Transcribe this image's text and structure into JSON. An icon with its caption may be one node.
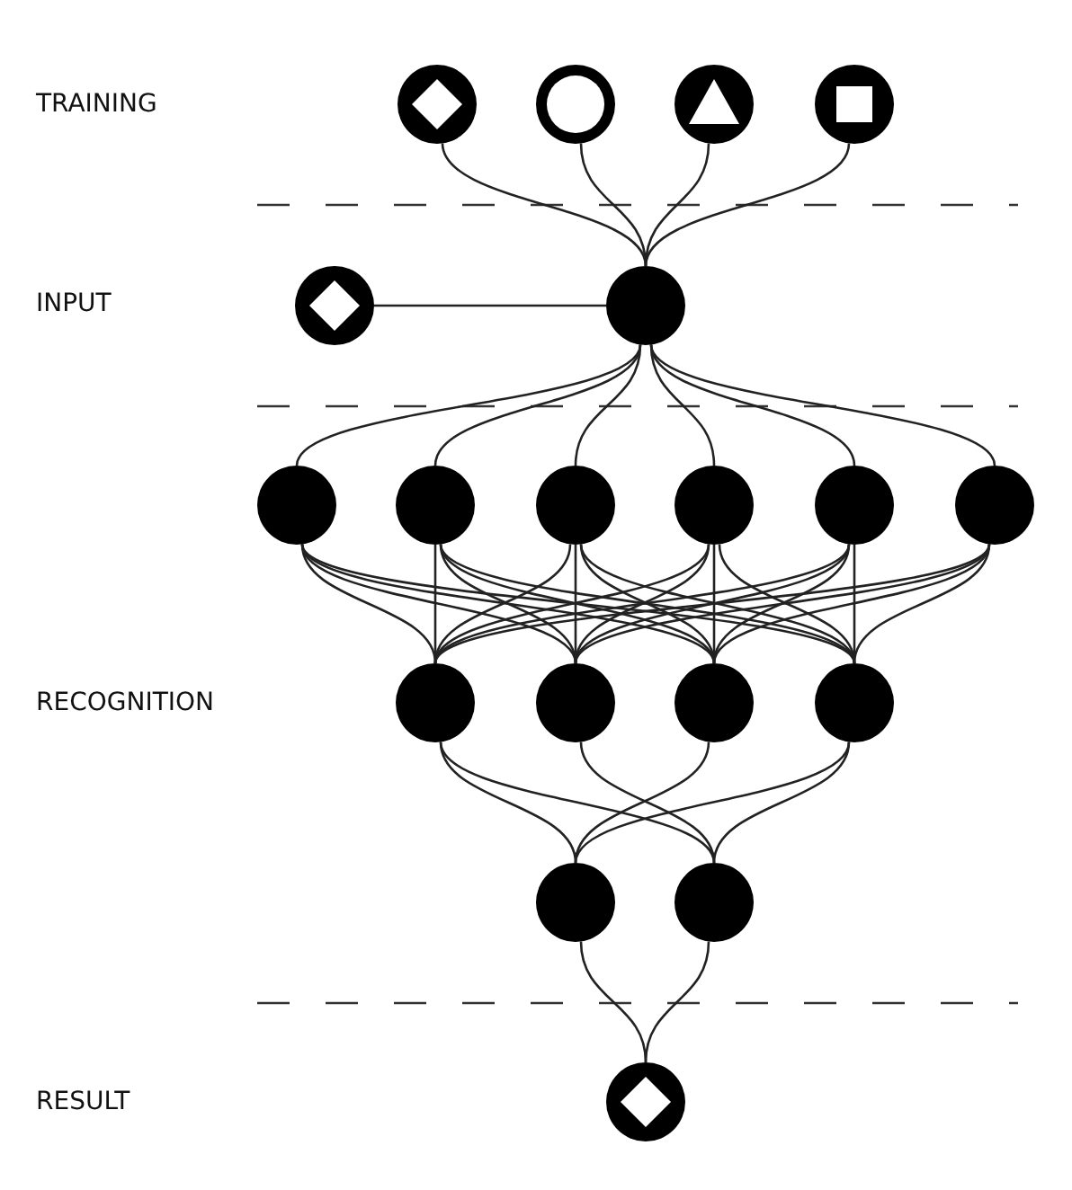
{
  "diagram": {
    "nodes": [
      {
        "text": [],
        "shape": "circle"
      },
      {
        "text": [],
        "shape": "diamond",
        "in": 0
      },
      {
        "text": [],
        "shape": "circle"
      },
      {
        "text": [],
        "shape": "circle",
        "in": 2
      },
      {
        "text": [],
        "shape": "circle"
      },
      {
        "text": [],
        "shape": "triangle",
        "in": 4
      },
      {
        "text": [],
        "shape": "circle"
      },
      {
        "text": [],
        "shape": "box",
        "in": 6
      },
      {
        "text": [],
        "shape": "circle"
      },
      {
        "text": [],
        "shape": "diamond",
        "in": 8
      },
      {
        "text": [],
        "shape": "circle"
      },
      {
        "text": [],
        "shape": "circle"
      },
      {
        "text": [],
        "shape": "circle"
      },
      {
        "text": [],
        "shape": "circle"
      },
      {
        "text": [],
        "shape": "circle"
      },
      {
        "text": [],
        "shape": "circle"
      },
      {
        "text": [],
        "shape": "circle"
      },
      {
        "text": [],
        "shape": "circle"
      },
      {
        "text": [],
        "shape": "circle"
      },
      {
        "text": [],
        "shape": "circle"
      },
      {
        "text": [],
        "shape": "circle"
      },
      {
        "text": [],
        "shape": "circle"
      },
      {
        "text": [],
        "shape": "circle"
      },
      {
        "text": [],
        "shape": "circle"
      },
      {
        "text": [],
        "shape": "diamond",
        "in": 23
      }
    ],
    "edges": [
      {
        "from": 0,
        "to": 10,
        "arrow": "none"
      },
      {
        "from": 2,
        "to": 10,
        "arrow": "none"
      },
      {
        "from": 4,
        "to": 10,
        "arrow": "none"
      },
      {
        "from": 6,
        "to": 10,
        "arrow": "none"
      },
      {
        "from": 8,
        "to": 10,
        "arrow": "none"
      },
      {
        "from": 10,
        "to": 11,
        "arrow": "none"
      },
      {
        "from": 10,
        "to": 12,
        "arrow": "none"
      },
      {
        "from": 10,
        "to": 13,
        "arrow": "none"
      },
      {
        "from": 10,
        "to": 14,
        "arrow": "none"
      },
      {
        "from": 10,
        "to": 15,
        "arrow": "none"
      },
      {
        "from": 10,
        "to": 16,
        "arrow": "none"
      },
      {
        "from": 11,
        "to": 17,
        "arrow": "none"
      },
      {
        "from": 11,
        "to": 18,
        "arrow": "none"
      },
      {
        "from": 11,
        "to": 19,
        "arrow": "none"
      },
      {
        "from": 11,
        "to": 20,
        "arrow": "none"
      },
      {
        "from": 12,
        "to": 17,
        "arrow": "none"
      },
      {
        "from": 12,
        "to": 18,
        "arrow": "none"
      },
      {
        "from": 12,
        "to": 19,
        "arrow": "none"
      },
      {
        "from": 12,
        "to": 20,
        "arrow": "none"
      },
      {
        "from": 13,
        "to": 17,
        "arrow": "none"
      },
      {
        "from": 13,
        "to": 18,
        "arrow": "none"
      },
      {
        "from": 13,
        "to": 19,
        "arrow": "none"
      },
      {
        "from": 13,
        "to": 20,
        "arrow": "none"
      },
      {
        "from": 14,
        "to": 17,
        "arrow": "none"
      },
      {
        "from": 14,
        "to": 18,
        "arrow": "none"
      },
      {
        "from": 14,
        "to": 19,
        "arrow": "none"
      },
      {
        "from": 14,
        "to": 20,
        "arrow": "none"
      },
      {
        "from": 15,
        "to": 17,
        "arrow": "none"
      },
      {
        "from": 15,
        "to": 18,
        "arrow": "none"
      },
      {
        "from": 15,
        "to": 19,
        "arrow": "none"
      },
      {
        "from": 15,
        "to": 20,
        "arrow": "none"
      },
      {
        "from": 16,
        "to": 17,
        "arrow": "none"
      },
      {
        "from": 16,
        "to": 18,
        "arrow": "none"
      },
      {
        "from": 16,
        "to": 19,
        "arrow": "none"
      },
      {
        "from": 16,
        "to": 20,
        "arrow": "none"
      },
      {
        "from": 17,
        "to": 21,
        "arrow": "none"
      },
      {
        "from": 17,
        "to": 22,
        "arrow": "none"
      },
      {
        "from": 18,
        "to": 22,
        "arrow": "none"
      },
      {
        "from": 19,
        "to": 21,
        "arrow": "none"
      },
      {
        "from": 20,
        "to": 21,
        "arrow": "none"
      },
      {
        "from": 20,
        "to": 22,
        "arrow": "none"
      },
      {
        "from": 21,
        "to": 23,
        "arrow": "none"
      },
      {
        "from": 22,
        "to": 23,
        "arrow": "none"
      }
    ],
    "labels": [
      "TRAINING",
      "INPUT",
      "RECOGNITION",
      "RESULT"
    ]
  }
}
